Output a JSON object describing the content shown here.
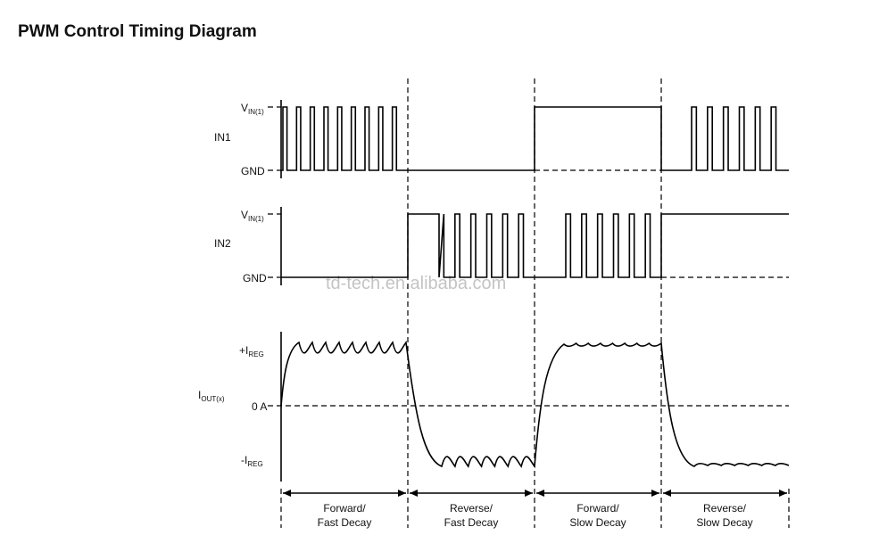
{
  "title": "PWM Control Timing Diagram",
  "watermark": "td-tech.en.alibaba.com",
  "signals": {
    "in1": {
      "name": "IN1",
      "high_label": "V",
      "high_sub": "IN(1)",
      "low_label": "GND"
    },
    "in2": {
      "name": "IN2",
      "high_label": "V",
      "high_sub": "IN(1)",
      "low_label": "GND"
    },
    "iout": {
      "name": "I",
      "name_sub": "OUT(x)",
      "pos_label": "+I",
      "pos_sub": "REG",
      "zero_label": "0 A",
      "neg_label": "-I",
      "neg_sub": "REG"
    }
  },
  "phases": [
    {
      "line1": "Forward/",
      "line2": "Fast Decay"
    },
    {
      "line1": "Reverse/",
      "line2": "Fast Decay"
    },
    {
      "line1": "Forward/",
      "line2": "Slow Decay"
    },
    {
      "line1": "Reverse/",
      "line2": "Slow Decay"
    }
  ],
  "colors": {
    "trace": "#000000",
    "watermark": "#c4c4c4"
  }
}
